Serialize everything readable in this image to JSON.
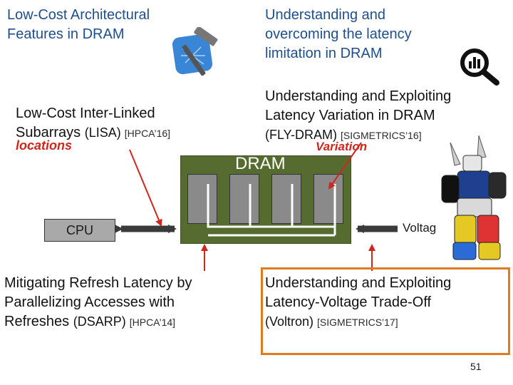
{
  "topics": {
    "top_left": {
      "line1": "Low-Cost Architectural",
      "line2": "Features in DRAM"
    },
    "top_right": {
      "line1": "Understanding and",
      "line2": "overcoming the latency",
      "line3": "limitation in DRAM"
    },
    "lisa": {
      "line1": "Low-Cost Inter-Linked",
      "line2_main": "Subarrays ",
      "line2_paren": "(LISA) ",
      "line2_venue": "[HPCA’16]"
    },
    "flydram": {
      "line1": "Understanding and Exploiting",
      "line2": "Latency Variation in DRAM",
      "line3_paren": "(FLY-DRAM) ",
      "line3_venue": "[SIGMETRICS’16]"
    },
    "dsarp": {
      "line1": "Mitigating Refresh Latency by",
      "line2": "Parallelizing Accesses with",
      "line3_main": "Refreshes ",
      "line3_paren": "(DSARP) ",
      "line3_venue": "[HPCA’14]"
    },
    "voltron": {
      "line1": "Understanding and Exploiting",
      "line2": "Latency-Voltage Trade-Off",
      "line3_paren": "(Voltron) ",
      "line3_venue": "[SIGMETRICS’17]"
    }
  },
  "occluded_labels": {
    "locations": "locations",
    "variation": "Variation"
  },
  "diagram": {
    "dram_label": "DRAM",
    "cpu_label": "CPU",
    "voltage_label": "Voltag"
  },
  "colors": {
    "title_blue": "#1f4e8c",
    "arrow_red": "#d0261c",
    "dram_green": "#556b2f",
    "highlight_orange": "#e07b21"
  },
  "icons": [
    "xcode-hammer-icon",
    "magnifier-chart-icon",
    "voltron-robot-icon"
  ],
  "page_number": "51"
}
